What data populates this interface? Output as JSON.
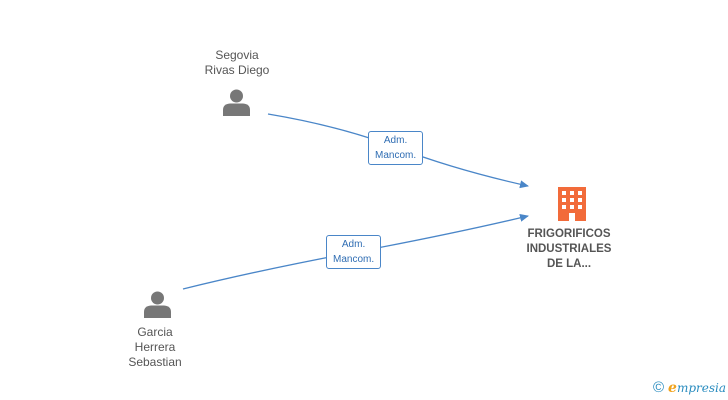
{
  "people": [
    {
      "id": "segovia",
      "name_lines": [
        "Segovia",
        "Rivas Diego"
      ]
    },
    {
      "id": "garcia",
      "name_lines": [
        "Garcia",
        "Herrera",
        "Sebastian"
      ]
    }
  ],
  "company": {
    "name_lines": [
      "FRIGORIFICOS",
      "INDUSTRIALES",
      "DE LA..."
    ]
  },
  "relations": [
    {
      "from": "segovia",
      "label_lines": [
        "Adm.",
        "Mancom."
      ]
    },
    {
      "from": "garcia",
      "label_lines": [
        "Adm.",
        "Mancom."
      ]
    }
  ],
  "footer": {
    "copyright_symbol": "©",
    "brand_first": "e",
    "brand_rest": "mpresia"
  },
  "colors": {
    "edge": "#4a86c8",
    "person_icon": "#777777",
    "company_icon": "#f26b3a"
  }
}
